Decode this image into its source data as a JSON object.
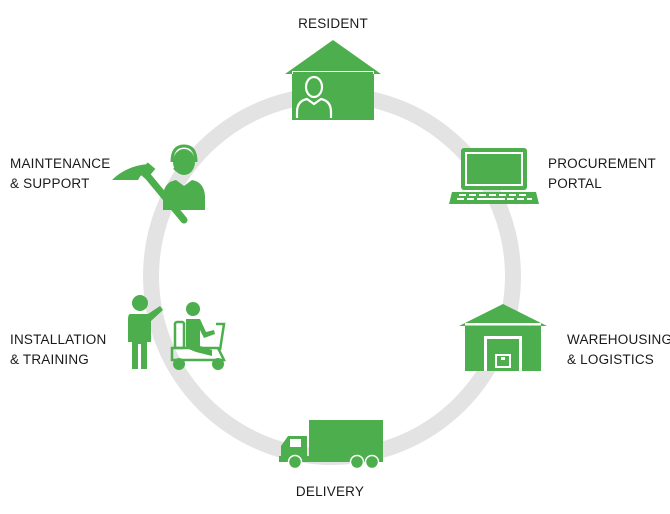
{
  "colors": {
    "accent": "#4cae4c",
    "ring": "#e3e3e3",
    "text": "#1a1a1a"
  },
  "stages": {
    "resident": {
      "line1": "RESIDENT",
      "icon": "house-person-icon"
    },
    "procurement": {
      "line1": "PROCUREMENT",
      "line2": "PORTAL",
      "icon": "laptop-icon"
    },
    "warehousing": {
      "line1": "WAREHOUSING",
      "line2": "& LOGISTICS",
      "icon": "warehouse-icon"
    },
    "delivery": {
      "line1": "DELIVERY",
      "icon": "truck-icon"
    },
    "installation": {
      "line1": "INSTALLATION",
      "line2": "& TRAINING",
      "icon": "mobility-scooter-icon"
    },
    "maintenance": {
      "line1": "MAINTENANCE",
      "line2": "& SUPPORT",
      "icon": "hammer-headset-icon"
    }
  }
}
